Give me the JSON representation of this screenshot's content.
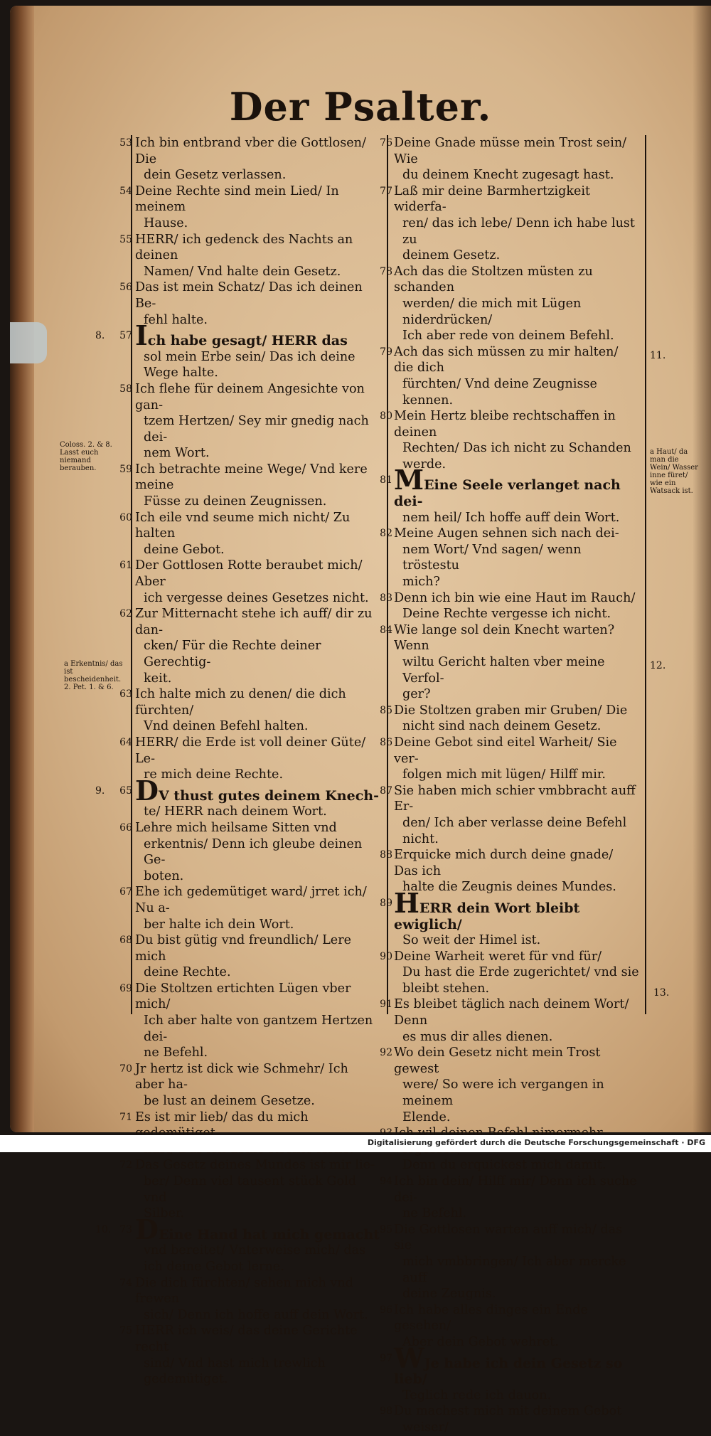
{
  "title": "Der Psalter.",
  "footer": "Digitalisierung gefördert durch die Deutsche Forschungsgemeinschaft · DFG",
  "left_column": [
    {
      "num": "53",
      "lines": [
        "Ich bin entbrand vber die Gottlosen/ Die",
        "dein Gesetz verlassen."
      ]
    },
    {
      "num": "54",
      "lines": [
        "Deine Rechte sind mein Lied/ In meinem",
        "Hause."
      ]
    },
    {
      "num": "55",
      "lines": [
        "HERR/ ich gedenck des Nachts an deinen",
        "Namen/ Vnd halte dein Gesetz."
      ]
    },
    {
      "num": "56",
      "lines": [
        "Das ist mein Schatz/ Das ich deinen Be-",
        "fehl halte."
      ]
    },
    {
      "num": "57",
      "section": "8.",
      "big": true,
      "lines": [
        "Ich habe gesagt/ HERR das",
        "sol mein Erbe sein/ Das ich deine",
        "Wege halte."
      ]
    },
    {
      "num": "58",
      "lines": [
        "Ich flehe für deinem Angesichte von gan-",
        "tzem Hertzen/ Sey mir gnedig nach dei-",
        "nem Wort."
      ]
    },
    {
      "num": "59",
      "lines": [
        "Ich betrachte meine Wege/ Vnd kere meine",
        "Füsse zu deinen Zeugnissen."
      ]
    },
    {
      "num": "60",
      "lines": [
        "Ich eile vnd seume mich nicht/ Zu halten",
        "deine Gebot."
      ]
    },
    {
      "num": "61",
      "lines": [
        "Der Gottlosen Rotte beraubet mich/ Aber",
        "ich vergesse deines Gesetzes nicht."
      ]
    },
    {
      "num": "62",
      "lines": [
        "Zur Mitternacht stehe ich auff/ dir zu dan-",
        "cken/ Für die Rechte deiner Gerechtig-",
        "keit."
      ]
    },
    {
      "num": "63",
      "lines": [
        "Ich halte mich zu denen/ die dich fürchten/",
        "Vnd deinen Befehl halten."
      ]
    },
    {
      "num": "64",
      "lines": [
        "HERR/ die Erde ist voll deiner Güte/ Le-",
        "re mich deine Rechte."
      ]
    },
    {
      "num": "65",
      "section": "9.",
      "big": true,
      "lines": [
        "DV thust gutes deinem Knech-",
        "te/ HERR nach deinem Wort."
      ]
    },
    {
      "num": "66",
      "lines": [
        "Lehre mich heilsame Sitten vnd",
        "erkentnis/ Denn ich gleube deinen Ge-",
        "boten."
      ]
    },
    {
      "num": "67",
      "lines": [
        "Ehe ich gedemütiget ward/ jrret ich/ Nu a-",
        "ber halte ich dein Wort."
      ]
    },
    {
      "num": "68",
      "lines": [
        "Du bist gütig vnd freundlich/ Lere mich",
        "deine Rechte."
      ]
    },
    {
      "num": "69",
      "lines": [
        "Die Stoltzen ertichten Lügen vber mich/",
        "Ich aber halte von gantzem Hertzen dei-",
        "ne Befehl."
      ]
    },
    {
      "num": "70",
      "lines": [
        "Jr hertz ist dick wie Schmehr/ Ich aber ha-",
        "be lust an deinem Gesetze."
      ]
    },
    {
      "num": "71",
      "lines": [
        "Es ist mir lieb/ das du mich gedemütiget",
        "hast/ Das ich deine Rechte lerne."
      ]
    },
    {
      "num": "72",
      "lines": [
        "Das Gesetz deines Mundes ist mir lie-",
        "ber/ Denn viel tausent stück Gold vnd",
        "Silber."
      ]
    },
    {
      "num": "73",
      "section": "10.",
      "big": true,
      "lines": [
        "DEine Hand hat mich gemacht",
        "vnd bereitet/ Vnterweise mich/ das",
        "ich deine Gebot lerne."
      ]
    },
    {
      "num": "74",
      "lines": [
        "Die dich fürchten/ sehen mich vnd frewen",
        "sich/ Denn ich hoffe auff dein Wort."
      ]
    },
    {
      "num": "75",
      "lines": [
        "HERR ich weis/ das deine Gerichte recht",
        "sind/ Vnd hast mich trewlich gedemütiget."
      ]
    }
  ],
  "right_column": [
    {
      "num": "76",
      "lines": [
        "Deine Gnade müsse mein Trost sein/ Wie",
        "du deinem Knecht zugesagt hast."
      ]
    },
    {
      "num": "77",
      "lines": [
        "Laß mir deine Barmhertzigkeit widerfa-",
        "ren/ das ich lebe/ Denn ich habe lust zu",
        "deinem Gesetz."
      ]
    },
    {
      "num": "78",
      "lines": [
        "Ach das die Stoltzen müsten zu schanden",
        "werden/ die mich mit Lügen niderdrücken/",
        "Ich aber rede von deinem Befehl."
      ]
    },
    {
      "num": "79",
      "lines": [
        "Ach das sich müssen zu mir halten/ die dich",
        "fürchten/ Vnd deine Zeugnisse kennen."
      ]
    },
    {
      "num": "80",
      "lines": [
        "Mein Hertz bleibe rechtschaffen in deinen",
        "Rechten/ Das ich nicht zu Schanden",
        "werde."
      ]
    },
    {
      "num": "81",
      "big": true,
      "lines": [
        "MEine Seele verlanget nach dei-",
        "nem heil/ Ich hoffe auff dein Wort."
      ]
    },
    {
      "num": "82",
      "lines": [
        "Meine Augen sehnen sich nach dei-",
        "nem Wort/ Vnd sagen/ wenn tröstestu",
        "mich?"
      ]
    },
    {
      "num": "83",
      "lines": [
        "Denn ich bin wie eine Haut im Rauch/",
        "Deine Rechte vergesse ich nicht."
      ]
    },
    {
      "num": "84",
      "lines": [
        "Wie lange sol dein Knecht warten? Wenn",
        "wiltu Gericht halten vber meine Verfol-",
        "ger?"
      ]
    },
    {
      "num": "85",
      "lines": [
        "Die Stoltzen graben mir Gruben/ Die",
        "nicht sind nach deinem Gesetz."
      ]
    },
    {
      "num": "86",
      "lines": [
        "Deine Gebot sind eitel Warheit/ Sie ver-",
        "folgen mich mit lügen/ Hilff mir."
      ]
    },
    {
      "num": "87",
      "lines": [
        "Sie haben mich schier vmbbracht auff Er-",
        "den/ Ich aber verlasse deine Befehl nicht."
      ]
    },
    {
      "num": "88",
      "lines": [
        "Erquicke mich durch deine gnade/ Das ich",
        "halte die Zeugnis deines Mundes."
      ]
    },
    {
      "num": "89",
      "big": true,
      "lines": [
        "HERR dein Wort bleibt ewiglich/",
        "So weit der Himel ist."
      ]
    },
    {
      "num": "90",
      "lines": [
        "Deine Warheit weret für vnd für/",
        "Du hast die Erde zugerichtet/ vnd sie",
        "bleibt stehen."
      ]
    },
    {
      "num": "91",
      "lines": [
        "Es bleibet täglich nach deinem Wort/ Denn",
        "es mus dir alles dienen."
      ]
    },
    {
      "num": "92",
      "lines": [
        "Wo dein Gesetz nicht mein Trost gewest",
        "were/ So were ich vergangen in meinem",
        "Elende."
      ]
    },
    {
      "num": "93",
      "lines": [
        "Ich wil deinen Befehl nimermehr vergessen/",
        "Denn du erquickest mich damit."
      ]
    },
    {
      "num": "94",
      "lines": [
        "Ich bin dein/ Hilff mir/ Denn ich suche dei-",
        "ne Befehl."
      ]
    },
    {
      "num": "95",
      "lines": [
        "Die Gottlosen warten auff mich/ das sie",
        "mich vmbbringen/ Ich aber mercke auff",
        "deine Zeugnis."
      ]
    },
    {
      "num": "96",
      "lines": [
        "Ich habe alles dinges ein Ende gesehen/",
        "Aber dein Gebot wehret."
      ]
    },
    {
      "num": "97",
      "big": true,
      "lines": [
        "WJe habe ich dein Gesetz so lieb/",
        "Teglich rede ich dauon."
      ]
    },
    {
      "num": "98",
      "lines": [
        "Du machest mich mit deinem Gebot",
        "weiser/"
      ]
    }
  ],
  "margin_notes": {
    "coloss": "Coloss. 2. & 8. Lasst euch niemand berauben.",
    "erkentnis": "a Erkentnis/ das ist bescheidenheit. 2. Pet. 1. & 6.",
    "haut": "a Haut/ da man die Wein/ Wasser inne füret/ wie ein Watsack ist.",
    "mark_11": "11.",
    "mark_12": "12.",
    "mark_13": "13."
  }
}
